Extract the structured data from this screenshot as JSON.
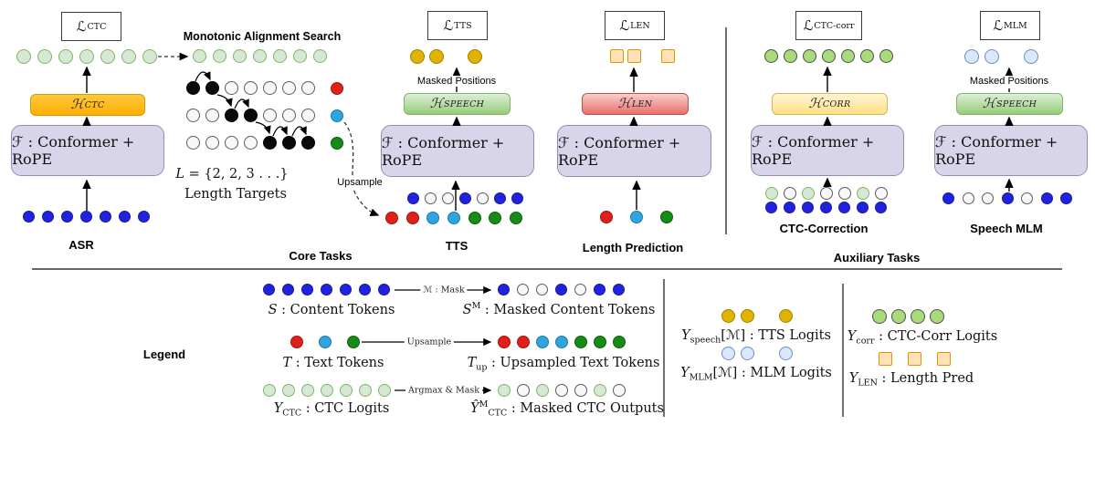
{
  "palette": {
    "blue": {
      "fill": "#2222dd",
      "stroke": "#1717ad"
    },
    "red": {
      "fill": "#e0201a",
      "stroke": "#a31510"
    },
    "cyan": {
      "fill": "#2fa4de",
      "stroke": "#1c79ac"
    },
    "green": {
      "fill": "#168b16",
      "stroke": "#0e5e0e"
    },
    "lgreen": {
      "fill": "#d5e8d4",
      "stroke": "#82b366"
    },
    "mgreen": {
      "fill": "#a9db7a",
      "stroke": "#4d4d4d"
    },
    "gold": {
      "fill": "#e0b300",
      "stroke": "#a08200"
    },
    "lblue": {
      "fill": "#dae8fc",
      "stroke": "#6c8ebf"
    },
    "orange": {
      "fill": "#ffe0b8",
      "stroke": "#d79b00"
    },
    "white": {
      "fill": "#f7f7f7",
      "stroke": "#5c5c5c"
    },
    "black": {
      "fill": "#0a0a0a",
      "stroke": "#000000"
    }
  },
  "groups": {
    "core": "Core Tasks",
    "aux": "Auxiliary Tasks"
  },
  "tasks": {
    "asr": {
      "label": "ASR",
      "loss": {
        "sym": "ℒ",
        "sub": "CTC"
      },
      "head": {
        "sym": "ℋ",
        "sub": "CTC"
      },
      "f_label": "ℱ : Conformer + RoPE",
      "output": [
        "lgreen",
        "lgreen",
        "lgreen",
        "lgreen",
        "lgreen",
        "lgreen",
        "lgreen"
      ],
      "input": [
        "blue",
        "blue",
        "blue",
        "blue",
        "blue",
        "blue",
        "blue"
      ]
    },
    "tts": {
      "label": "TTS",
      "loss": {
        "sym": "ℒ",
        "sub": "TTS"
      },
      "head": {
        "sym": "ℋ",
        "sub": "SPEECH"
      },
      "f_label": "ℱ : Conformer + RoPE",
      "masked_positions": "Masked Positions",
      "output": [
        "gold",
        "gold",
        "gap",
        "gold"
      ],
      "input_top": [
        "blue",
        "white",
        "white",
        "blue",
        "white",
        "blue",
        "blue"
      ],
      "input_bottom": [
        "red",
        "red",
        "cyan",
        "cyan",
        "green",
        "green",
        "green"
      ]
    },
    "len": {
      "label": "Length Prediction",
      "loss": {
        "sym": "ℒ",
        "sub": "LEN"
      },
      "head": {
        "sym": "ℋ",
        "sub": "LEN"
      },
      "f_label": "ℱ : Conformer + RoPE",
      "output": [
        "orange",
        "orange",
        "gap",
        "orange"
      ],
      "input": [
        "red",
        "cyan",
        "green"
      ]
    },
    "corr": {
      "label": "CTC-Correction",
      "loss": {
        "sym": "ℒ",
        "sub": "CTC-corr"
      },
      "head": {
        "sym": "ℋ",
        "sub": "CORR"
      },
      "f_label": "ℱ : Conformer + RoPE",
      "output": [
        "mgreen",
        "mgreen",
        "mgreen",
        "mgreen",
        "mgreen",
        "mgreen",
        "mgreen"
      ],
      "input_top": [
        "lgreen",
        "white",
        "lgreen",
        "white",
        "white",
        "lgreen",
        "white"
      ],
      "input_bottom": [
        "blue",
        "blue",
        "blue",
        "blue",
        "blue",
        "blue",
        "blue"
      ]
    },
    "mlm": {
      "label": "Speech MLM",
      "loss": {
        "sym": "ℒ",
        "sub": "MLM"
      },
      "head": {
        "sym": "ℋ",
        "sub": "SPEECH"
      },
      "f_label": "ℱ : Conformer + RoPE",
      "masked_positions": "Masked Positions",
      "output": [
        "lblue",
        "lblue",
        "gap",
        "lblue"
      ],
      "input": [
        "blue",
        "white",
        "white",
        "blue",
        "white",
        "blue",
        "blue"
      ]
    }
  },
  "mas": {
    "title": "Monotonic Alignment Search",
    "tokens": [
      "lgreen",
      "lgreen",
      "lgreen",
      "lgreen",
      "lgreen",
      "lgreen",
      "lgreen"
    ],
    "grid": [
      [
        "black",
        "black",
        "white",
        "white",
        "white",
        "white",
        "white"
      ],
      [
        "white",
        "white",
        "black",
        "black",
        "white",
        "white",
        "white"
      ],
      [
        "white",
        "white",
        "white",
        "white",
        "black",
        "black",
        "black"
      ]
    ],
    "side": [
      "red",
      "cyan",
      "green"
    ],
    "len_sym": "L",
    "len_rest": " = {2, 2, 3 . . .}",
    "length_targets": "Length Targets",
    "upsample": "Upsample"
  },
  "legend": {
    "title": "Legend",
    "rows": [
      {
        "left": [
          "blue",
          "blue",
          "blue",
          "blue",
          "blue",
          "blue",
          "blue"
        ],
        "op": "ℳ : Mask",
        "right": [
          "blue",
          "white",
          "white",
          "blue",
          "white",
          "blue",
          "blue"
        ],
        "left_cap": {
          "sym": "S",
          "sup": "",
          "sub": "",
          "rest": " : Content Tokens"
        },
        "right_cap": {
          "sym": "S",
          "sup": "M",
          "sub": "",
          "rest": " : Masked Content Tokens"
        }
      },
      {
        "left": [
          "red",
          "cyan",
          "green"
        ],
        "op": "Upsample",
        "right": [
          "red",
          "red",
          "cyan",
          "cyan",
          "green",
          "green",
          "green"
        ],
        "left_cap": {
          "sym": "T",
          "sup": "",
          "sub": "",
          "rest": " : Text Tokens"
        },
        "right_cap": {
          "sym": "T",
          "sup": "",
          "sub": "up",
          "rest": " : Upsampled Text Tokens"
        }
      },
      {
        "left": [
          "lgreen",
          "lgreen",
          "lgreen",
          "lgreen",
          "lgreen",
          "lgreen",
          "lgreen"
        ],
        "op": "Argmax & Mask",
        "right": [
          "lgreen",
          "white",
          "lgreen",
          "white",
          "white",
          "lgreen",
          "white"
        ],
        "left_cap": {
          "sym": "Y",
          "sup": "",
          "sub": "CTC",
          "rest": " : CTC Logits"
        },
        "right_cap": {
          "sym": "Ŷ",
          "sup": "M",
          "sub": "CTC",
          "rest": " : Masked CTC Outputs"
        }
      }
    ],
    "extras": [
      {
        "tokens": [
          "gold",
          "gold",
          "gap",
          "gold"
        ],
        "cap": {
          "sym": "Y",
          "sup": "",
          "sub": "speech",
          "rest": "[ℳ] : TTS Logits"
        }
      },
      {
        "tokens": [
          "lblue",
          "lblue",
          "gap",
          "lblue"
        ],
        "cap": {
          "sym": "Y",
          "sup": "",
          "sub": "MLM",
          "rest": "[ℳ] : MLM Logits"
        }
      },
      {
        "tokens": [
          "mgreen",
          "mgreen",
          "mgreen",
          "mgreen"
        ],
        "cap": {
          "sym": "Y",
          "sup": "",
          "sub": "corr",
          "rest": " : CTC-Corr Logits"
        }
      },
      {
        "tokens": [
          "orange",
          "orange",
          "orange"
        ],
        "cap": {
          "sym": "Y",
          "sup": "",
          "sub": "LEN",
          "rest": " : Length Pred"
        }
      }
    ]
  }
}
